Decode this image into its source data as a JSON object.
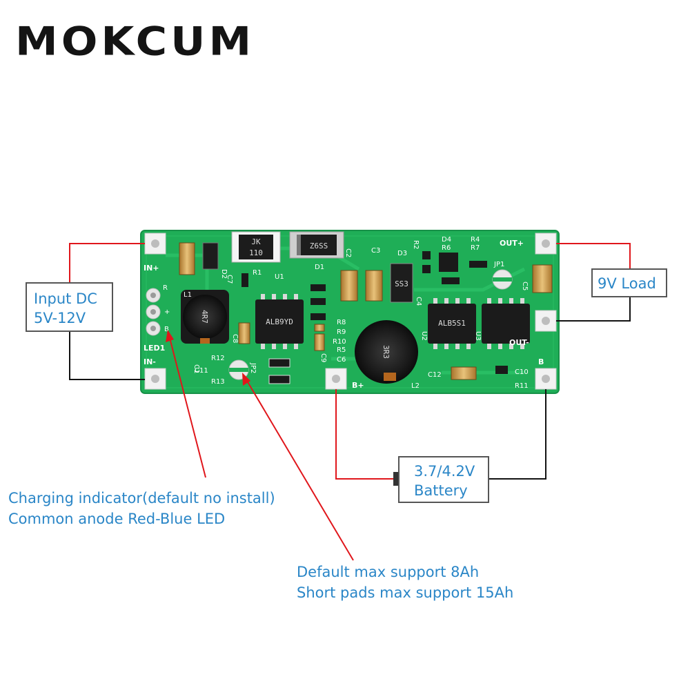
{
  "brand": "MOKCUM",
  "labels": {
    "input_line1": "Input DC",
    "input_line2": "5V-12V",
    "load": "9V Load",
    "battery_line1": "3.7/4.2V",
    "battery_line2": "Battery",
    "indicator_line1": "Charging indicator(default no install)",
    "indicator_line2": "Common anode Red-Blue LED",
    "pads_line1": "Default max support 8Ah",
    "pads_line2": "Short pads max support 15Ah"
  },
  "silkscreen": {
    "in_plus": "IN+",
    "in_minus": "IN-",
    "out_plus": "OUT+",
    "out_minus": "OUT-",
    "b_plus": "B+",
    "b": "B",
    "led1": "LED1",
    "r_pin": "R",
    "plus_pin": "+",
    "b_pin": "B",
    "l1": "L1",
    "l2": "L2",
    "u1": "U1",
    "u2": "U2",
    "u3": "U3",
    "d1": "D1",
    "d2": "D2",
    "d3": "D3",
    "d4": "D4",
    "r1": "R1",
    "r2": "R2",
    "r4": "R4",
    "r5": "R5",
    "r6": "R6",
    "r7": "R7",
    "r8": "R8",
    "r9": "R9",
    "r10": "R10",
    "r11": "R11",
    "r12": "R12",
    "r13": "R13",
    "c1": "C1",
    "c2": "C2",
    "c3": "C3",
    "c4": "C4",
    "c5": "C5",
    "c6": "C6",
    "c7": "C7",
    "c8": "C8",
    "c9": "C9",
    "c10": "C10",
    "c11": "C11",
    "c12": "C12",
    "jp1": "JP1",
    "jp2": "JP2",
    "jk_line1": "JK",
    "jk_line2": "110",
    "diode_mark": "Z6SS",
    "ss_mark": "SS3",
    "l1_mark": "4R7",
    "l2_mark": "3R3",
    "u1_mark": "ALB9YD",
    "u2_mark": "ALB5S1"
  },
  "colors": {
    "pcb": "#1fae57",
    "wire_red": "#e0161b",
    "wire_black": "#111111",
    "label_text": "#2a86c7"
  }
}
